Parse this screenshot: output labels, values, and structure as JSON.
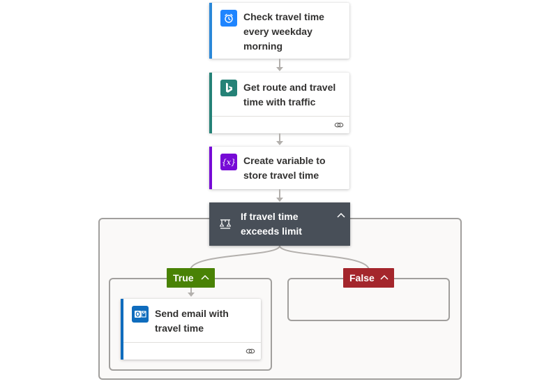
{
  "steps": {
    "trigger": {
      "title": "Check travel time every weekday morning",
      "icon": "alarm-clock-icon",
      "accent": "#2b88d8",
      "icon_bg": "#1f85ff"
    },
    "route": {
      "title": "Get route and travel time with traffic",
      "icon": "bing-icon",
      "accent": "#258277",
      "icon_bg": "#258277"
    },
    "variable": {
      "title": "Create variable to store travel time",
      "icon": "variable-icon",
      "accent": "#770bd6",
      "icon_bg": "#770bd6"
    }
  },
  "condition": {
    "title": "If travel time exceeds limit",
    "icon": "condition-icon",
    "background": "#484f58",
    "true_branch": {
      "label": "True",
      "color": "#498205",
      "action": {
        "title": "Send email with travel time",
        "icon": "outlook-icon",
        "accent": "#0f6cbd"
      }
    },
    "false_branch": {
      "label": "False",
      "color": "#a4262c"
    }
  }
}
